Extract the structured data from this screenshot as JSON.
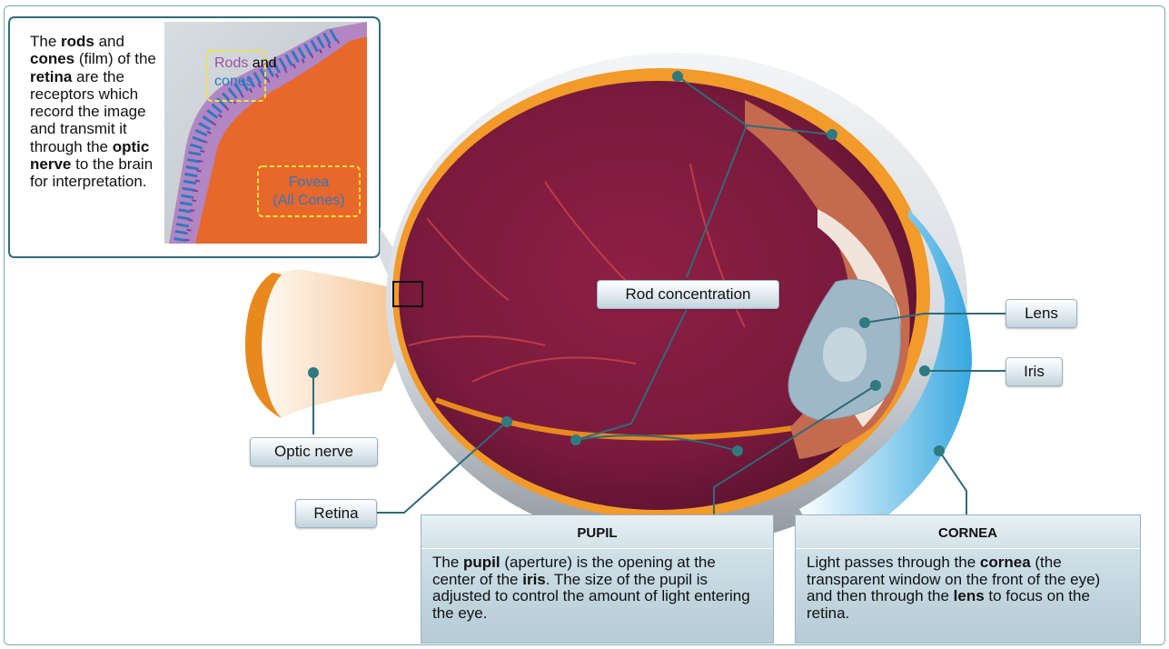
{
  "labels": {
    "optic_nerve": "Optic nerve",
    "retina": "Retina",
    "rod_concentration": "Rod concentration",
    "lens": "Lens",
    "iris": "Iris"
  },
  "inset": {
    "rods_word": "Rods",
    "and_word": " and",
    "cones_word": "cones",
    "fovea_line1": "Fovea",
    "fovea_line2": "(All Cones)",
    "text": {
      "p1": "The ",
      "b1": "rods",
      "p2": " and ",
      "b2": "cones",
      "p3": " (film) of the ",
      "b3": "retina",
      "p4": " are the receptors which record the image and transmit it through the ",
      "b4": "optic nerve",
      "p5": " to the brain for interpretation."
    }
  },
  "pupil_box": {
    "title": "PUPIL",
    "p1": "The ",
    "b1": "pupil",
    "p2": " (aperture) is the opening at the center of the ",
    "b2": "iris",
    "p3": ". The size of the pupil is adjusted to control the amount of light entering the eye."
  },
  "cornea_box": {
    "title": "CORNEA",
    "p1": "Light passes through the ",
    "b1": "cornea",
    "p2": " (the transparent window on the front of the eye) and then through the ",
    "b2": "lens",
    "p3": " to focus on the retina."
  },
  "colors": {
    "leader": "#2f6b78",
    "dot": "#2f7a80",
    "eyeball_inner": "#8b2240",
    "retina_orange": "#e8891e",
    "rods": "#9b4fa3",
    "cones": "#2f78c4",
    "fovea_bg": "#e8672a"
  }
}
